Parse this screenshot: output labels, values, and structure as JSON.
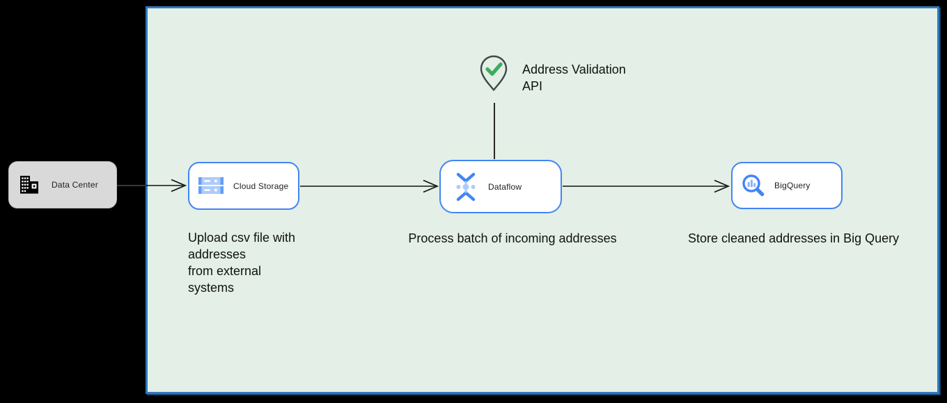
{
  "diagram": {
    "external": {
      "label": "Data Center"
    },
    "nodes": [
      {
        "id": "cloud-storage",
        "label": "Cloud Storage",
        "caption": "Upload csv file with\naddresses\nfrom external\nsystems"
      },
      {
        "id": "dataflow",
        "label": "Dataflow",
        "caption": "Process batch of incoming addresses"
      },
      {
        "id": "bigquery",
        "label": "BigQuery",
        "caption": "Store cleaned addresses in Big Query"
      }
    ],
    "annotation": {
      "label": "Address Validation\nAPI"
    },
    "colors": {
      "page_bg": "#000000",
      "canvas_bg": "#e3efe7",
      "canvas_border": "#3179bd",
      "node_border": "#4285f4",
      "external_node_bg": "#d9d9d9",
      "icon_blue": "#4285f4",
      "icon_light_blue": "#aecbfa",
      "icon_medium_blue": "#669df6",
      "check_green": "#3eac5c",
      "connector": "#111111"
    }
  }
}
